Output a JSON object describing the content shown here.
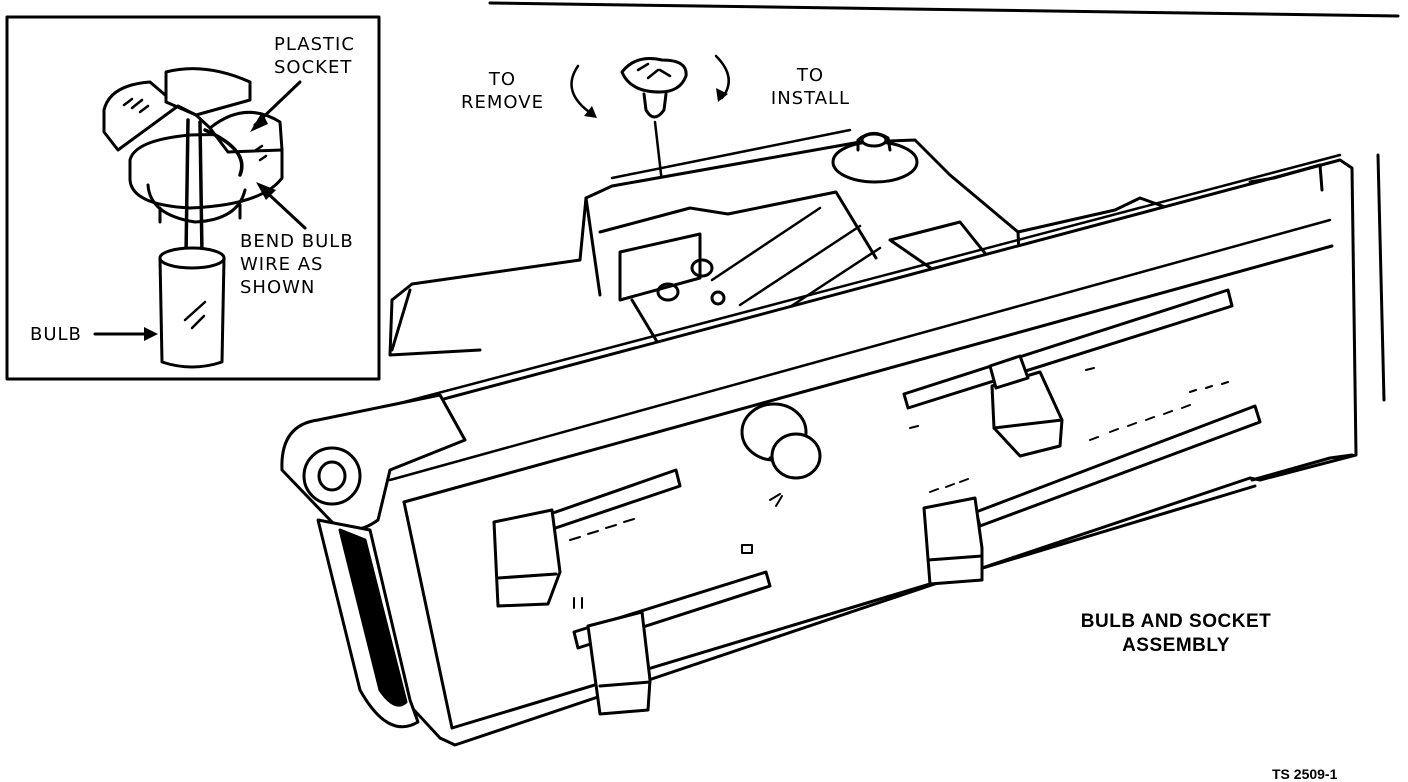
{
  "inset": {
    "plastic_socket_label": "PLASTIC\nSOCKET",
    "bend_bulb_label": "BEND BULB\nWIRE AS\nSHOWN",
    "bulb_label": "BULB"
  },
  "main": {
    "to_remove_label": "TO\nREMOVE",
    "to_install_label": "TO\nINSTALL",
    "assembly_title": "BULB AND SOCKET\nASSEMBLY"
  },
  "figure_ref": "TS 2509-1",
  "colors": {
    "ink": "#000000",
    "paper": "#ffffff"
  }
}
